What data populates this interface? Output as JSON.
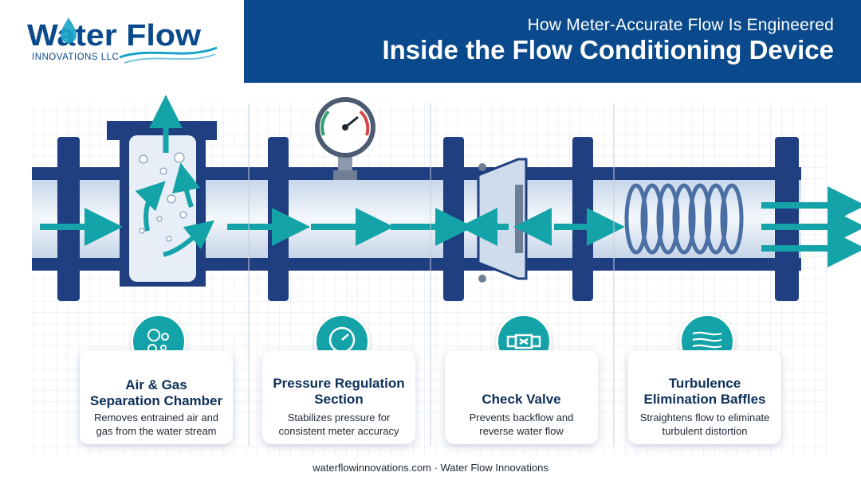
{
  "logo": {
    "name": "Water Flow",
    "company": "INNOVATIONS LLC"
  },
  "header": {
    "subtitle": "How Meter-Accurate Flow Is Engineered",
    "title": "Inside the Flow Conditioning Device"
  },
  "components": [
    {
      "title_line1": "Air & Gas",
      "title_line2": "Separation Chamber",
      "desc_line1": "Removes entrained air and",
      "desc_line2": "gas from the water stream",
      "icon": "bubbles-icon"
    },
    {
      "title_line1": "Pressure Regulation",
      "title_line2": "Section",
      "desc_line1": "Stabilizes pressure for",
      "desc_line2": "consistent meter accuracy",
      "icon": "gauge-icon"
    },
    {
      "title_line1": "",
      "title_line2": "Check Valve",
      "desc_line1": "Prevents backflow and",
      "desc_line2": "reverse water flow",
      "icon": "valve-icon"
    },
    {
      "title_line1": "Turbulence",
      "title_line2": "Elimination Baffles",
      "desc_line1": "Straightens flow to eliminate",
      "desc_line2": "turbulent distortion",
      "icon": "flow-lines-icon"
    }
  ],
  "footer": {
    "text": "waterflowinnovations.com · Water Flow Innovations"
  },
  "colors": {
    "navy": "#0a4a8c",
    "teal": "#14a3a8",
    "pipe": "#1f3f80",
    "pipe_fill": "#dde7f3"
  }
}
